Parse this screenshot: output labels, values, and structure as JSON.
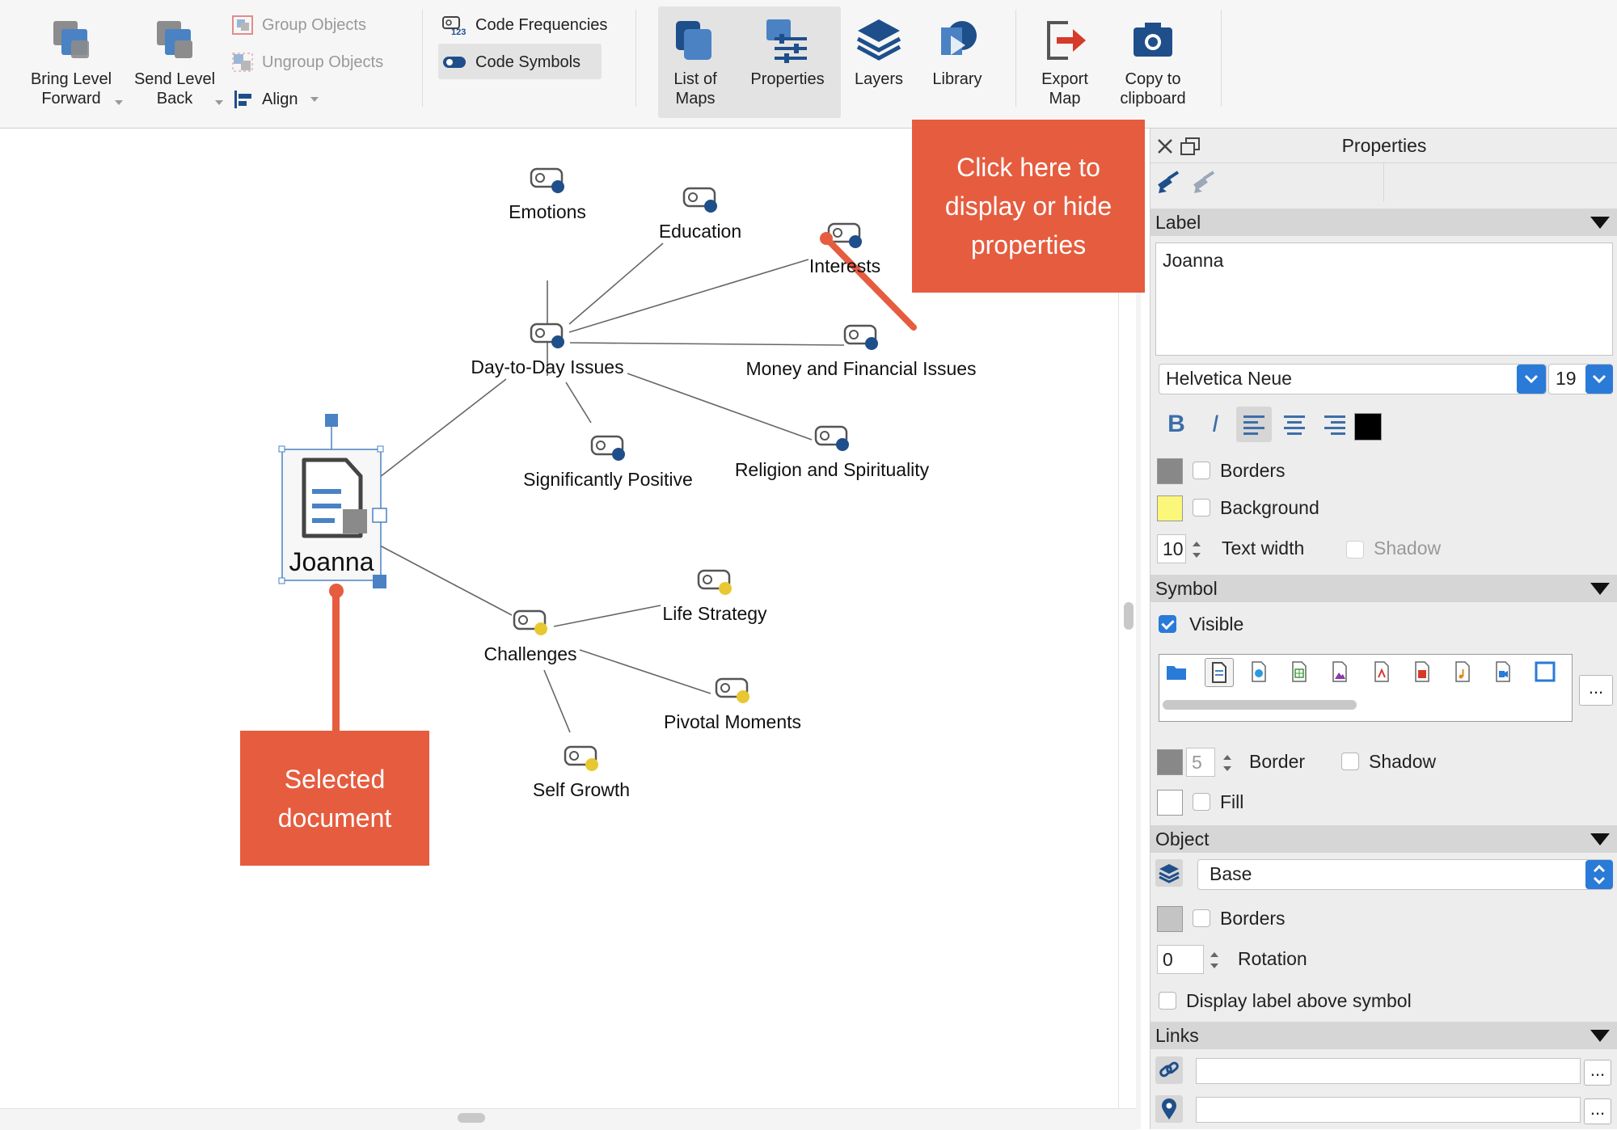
{
  "toolbar": {
    "bring_forward": "Bring Level\nForward",
    "send_back": "Send Level\nBack",
    "group": "Group Objects",
    "ungroup": "Ungroup Objects",
    "align": "Align",
    "code_frequencies": "Code Frequencies",
    "code_symbols": "Code Symbols",
    "list_of_maps": "List of\nMaps",
    "properties": "Properties",
    "layers": "Layers",
    "library": "Library",
    "export_map": "Export\nMap",
    "copy_clipboard": "Copy to\nclipboard"
  },
  "map": {
    "root": "Joanna",
    "nodes": [
      "Emotions",
      "Education",
      "Interests",
      "Day-to-Day Issues",
      "Money and Financial Issues",
      "Significantly Positive",
      "Religion and Spirituality",
      "Life Strategy",
      "Challenges",
      "Pivotal Moments",
      "Self Growth"
    ],
    "colors": {
      "blue_code": "#1f4f8a",
      "yellow_code": "#e8c832",
      "edge": "#666666"
    }
  },
  "callouts": {
    "properties": "Click here to\ndisplay or hide\nproperties",
    "selected": "Selected\ndocument",
    "color": "#e65c3f"
  },
  "props": {
    "title": "Properties",
    "label_section": "Label",
    "label_text": "Joanna",
    "font_name": "Helvetica Neue",
    "font_size": "19",
    "borders": "Borders",
    "background": "Background",
    "text_width_value": "10",
    "text_width": "Text width",
    "shadow": "Shadow",
    "symbol_section": "Symbol",
    "visible": "Visible",
    "symbol_border_value": "5",
    "border": "Border",
    "symbol_shadow": "Shadow",
    "fill": "Fill",
    "object_section": "Object",
    "layer_value": "Base",
    "object_borders": "Borders",
    "rotation_value": "0",
    "rotation": "Rotation",
    "display_label_above": "Display label above symbol",
    "links_section": "Links",
    "more": "...",
    "bold": "B",
    "italic": "I"
  }
}
